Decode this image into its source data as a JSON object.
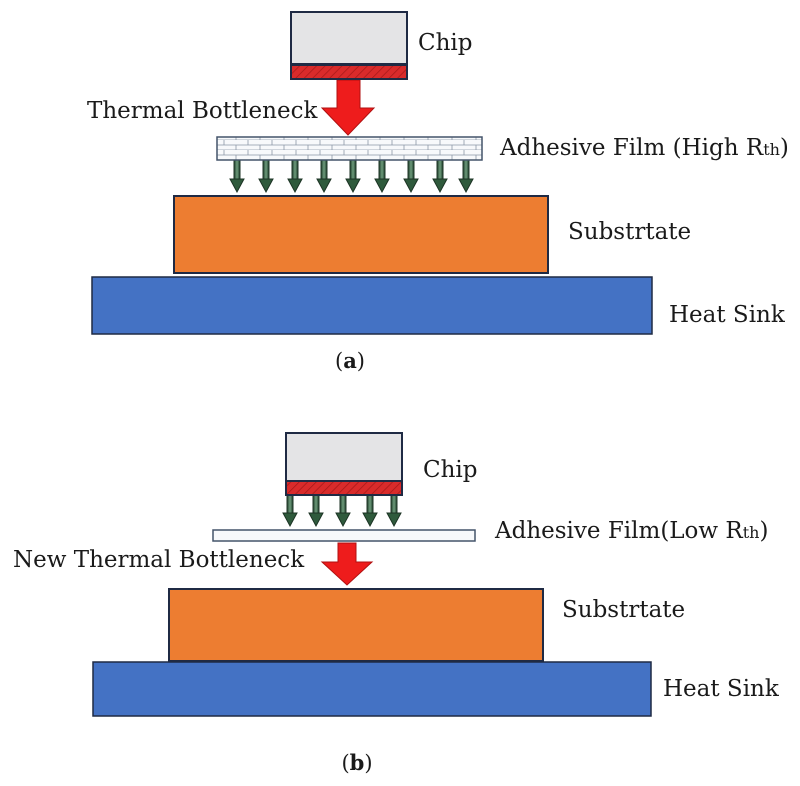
{
  "panel_a": {
    "chip_label": "Chip",
    "bottleneck_label": "Thermal Bottleneck",
    "film_label_main": "Adhesive Film (High R",
    "film_label_sub": "th",
    "film_label_end": ")",
    "substrate_label": "Substrtate",
    "heatsink_label": "Heat Sink",
    "caption_open": "(",
    "caption_letter": "a",
    "caption_close": ")"
  },
  "panel_b": {
    "chip_label": "Chip",
    "film_label_main": "Adhesive Film(Low R",
    "film_label_sub": "th",
    "film_label_end": ")",
    "bottleneck_label": "New Thermal Bottleneck",
    "substrate_label": "Substrtate",
    "heatsink_label": "Heat Sink",
    "caption_open": "(",
    "caption_letter": "b",
    "caption_close": ")"
  },
  "colors": {
    "chip_body": "#e4e4e6",
    "chip_outline": "#1f2a44",
    "chip_base": "#d92b2b",
    "bottleneck_arrow": "#ee1c1c",
    "small_arrow": "#2f5a3c",
    "substrate": "#ed7d31",
    "heat_sink": "#4472c4",
    "film_fill": "#f7f9fb",
    "film_outline": "#44546a"
  }
}
